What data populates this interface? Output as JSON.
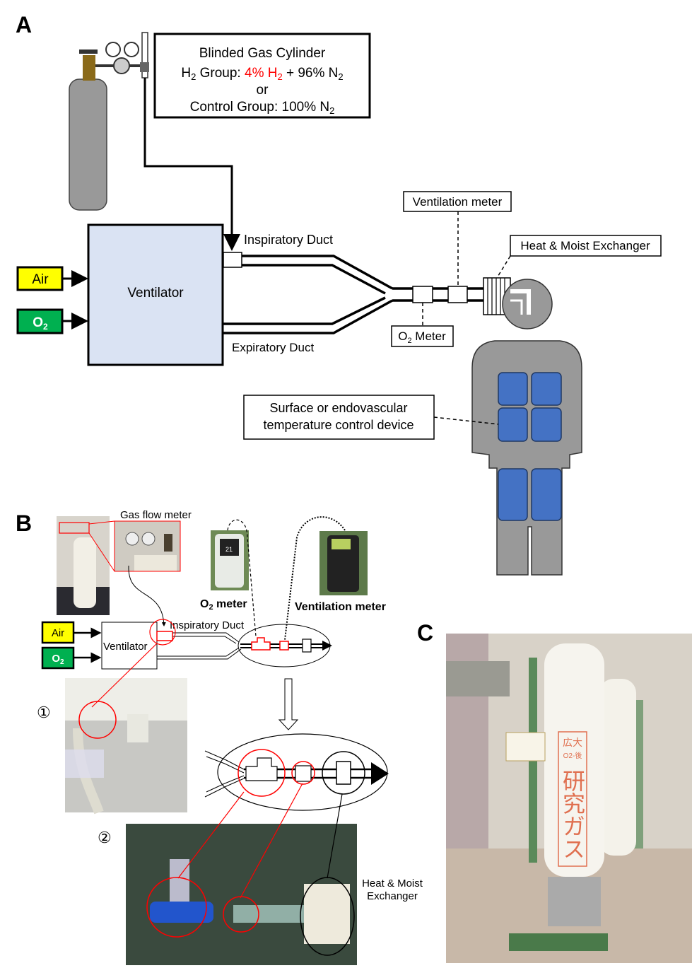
{
  "panels": {
    "a": "A",
    "b": "B",
    "c": "C"
  },
  "panel_a": {
    "gas_box": {
      "title": "Blinded Gas Cylinder",
      "h2_prefix": "H",
      "h2_sub": "2",
      "h2_group_text": " Group: ",
      "h2_pct": "4% H",
      "h2_pct_sub": "2",
      "n2_pct": " + 96% N",
      "n2_sub": "2",
      "or": "or",
      "control": "Control Group: 100% N",
      "control_sub": "2"
    },
    "ventilator": "Ventilator",
    "air": "Air",
    "o2": "O",
    "o2_sub": "2",
    "inspiratory_duct": "Inspiratory Duct",
    "expiratory_duct": "Expiratory Duct",
    "ventilation_meter": "Ventilation meter",
    "hme": "Heat & Moist Exchanger",
    "o2_meter": "O",
    "o2_meter_sub": "2",
    "o2_meter_rest": " Meter",
    "temp_device_1": "Surface or endovascular",
    "temp_device_2": "temperature control device"
  },
  "panel_b": {
    "gas_flow_meter": "Gas flow meter",
    "o2_meter": "O",
    "o2_meter_sub": "2",
    "o2_meter_rest": " meter",
    "ventilation_meter": "Ventilation meter",
    "air": "Air",
    "o2": "O",
    "o2_sub": "2",
    "ventilator": "Ventilator",
    "inspiratory_duct": "Inspiratory Duct",
    "marker_1": "①",
    "marker_2": "②",
    "hme_1": "Heat & Moist",
    "hme_2": "Exchanger",
    "o2_display": "21"
  },
  "panel_c": {
    "label_1": "広大",
    "label_2": "O2-後",
    "label_3": "研究ガス"
  },
  "colors": {
    "ventilator_fill": "#dae3f3",
    "air": "#ffff00",
    "o2": "#00b050",
    "pad": "#4472c4",
    "body": "#999999",
    "highlight": "#ff0000"
  }
}
